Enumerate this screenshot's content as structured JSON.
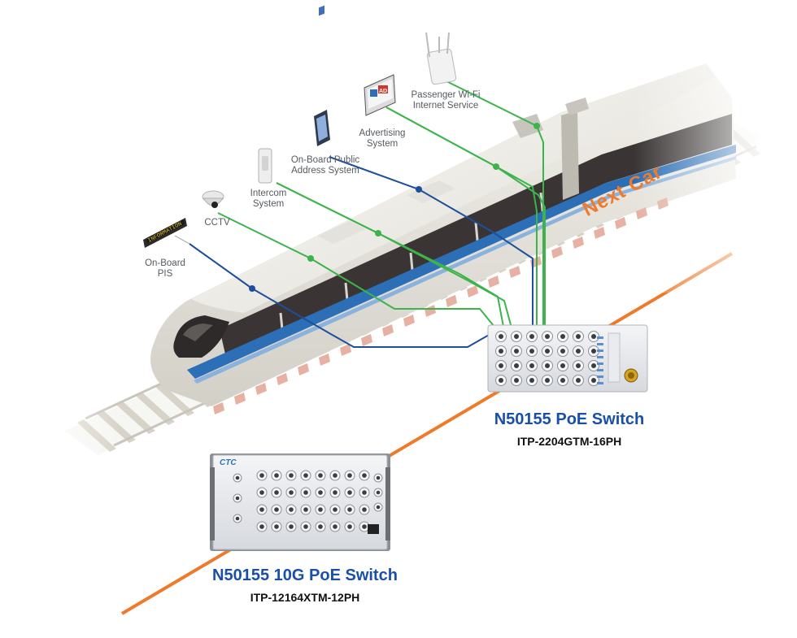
{
  "devices": {
    "pis": {
      "label_line1": "On-Board",
      "label_line2": "PIS",
      "display_text": "INFORMATION"
    },
    "cctv": {
      "label": "CCTV"
    },
    "intercom": {
      "label_line1": "Intercom",
      "label_line2": "System"
    },
    "pa": {
      "label_line1": "On-Board Public",
      "label_line2": "Address System"
    },
    "advertising": {
      "label_line1": "Advertising",
      "label_line2": "System",
      "sign_text": "AD"
    },
    "wifi": {
      "label_line1": "Passenger Wi-Fi",
      "label_line2": "Internet Service"
    }
  },
  "next_car": "Next Car",
  "switch_poe": {
    "title": "N50155 PoE Switch",
    "model": "ITP-2204GTM-16PH"
  },
  "switch_10g": {
    "title": "N50155 10G PoE Switch",
    "model": "ITP-12164XTM-12PH",
    "brand": "CTC"
  },
  "colors": {
    "green_link": "#3cb44b",
    "blue_link": "#1e4e9c",
    "orange_line": "#ee7a2a",
    "title_blue": "#1a4fa8",
    "train_stripe": "#2c6fb6"
  }
}
